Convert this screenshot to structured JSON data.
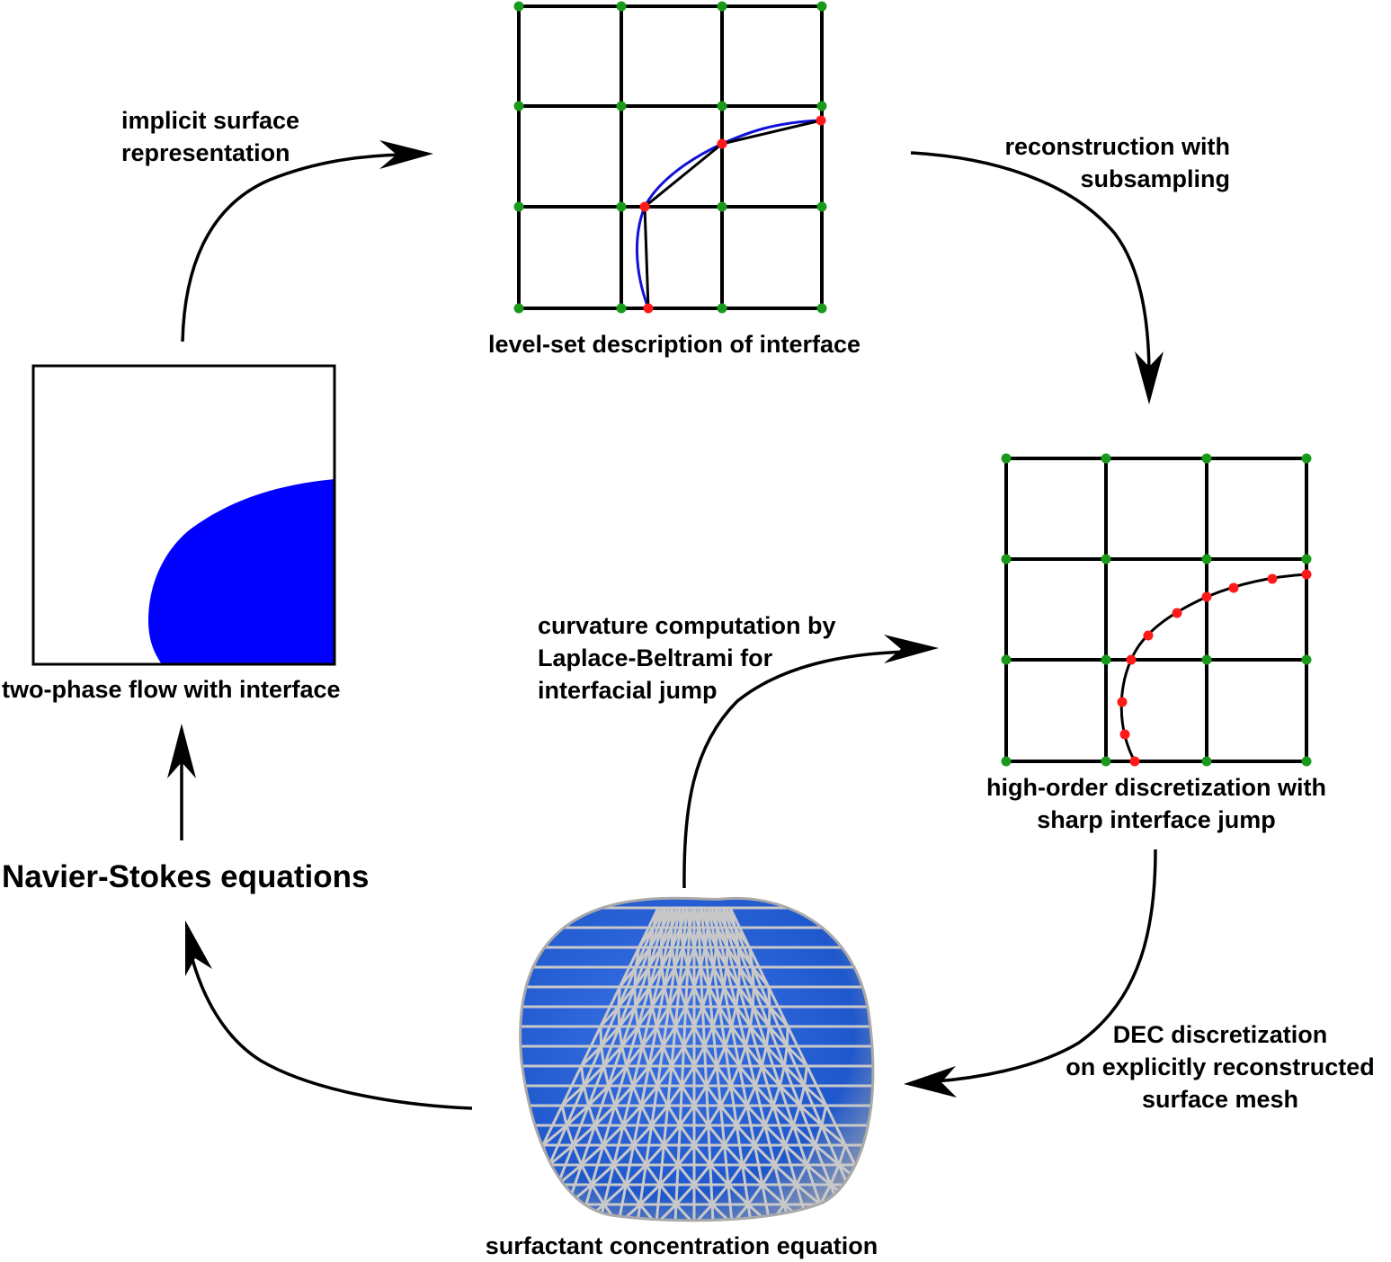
{
  "labels": {
    "implicit": [
      "implicit surface",
      "representation"
    ],
    "levelset": "level-set description of interface",
    "reconstruction": [
      "reconstruction with",
      "subsampling"
    ],
    "twophase": "two-phase flow with interface",
    "curvature": [
      "curvature computation by",
      "Laplace-Beltrami for",
      "interfacial jump"
    ],
    "highorder": [
      "high-order discretization with",
      "sharp interface jump"
    ],
    "navier": "Navier-Stokes equations",
    "dec": [
      "DEC discretization",
      "on explicitly reconstructed",
      "surface mesh"
    ],
    "surfactant": "surfactant concentration equation"
  },
  "colors": {
    "grid": "#000000",
    "node": "#1a9a1a",
    "interface_point": "#ff1a1a",
    "interface_curve": "#1010d8",
    "fluid": "#0000ff",
    "sphere_face": "#2a63d6",
    "sphere_mesh": "#c8c8c8"
  },
  "icons": {
    "nodes": "green-grid-node-dots",
    "interface_points": "red-interface-point-dots",
    "sphere": "triangulated-hemisphere-mesh"
  }
}
